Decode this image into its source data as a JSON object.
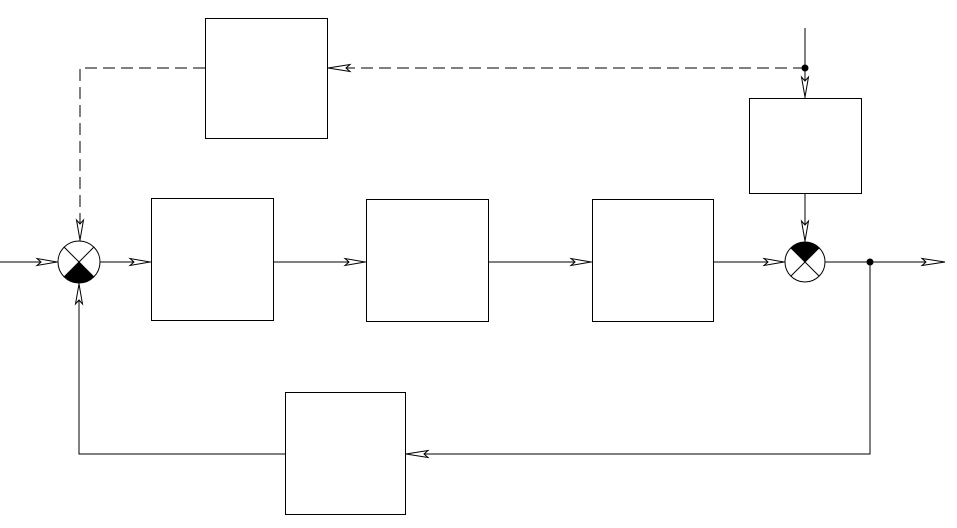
{
  "diagram": {
    "type": "control-system-block-diagram",
    "colors": {
      "background": "#ffffff",
      "line": "#000000"
    },
    "blocks": [
      {
        "id": "block-feedforward",
        "label": ""
      },
      {
        "id": "block-controller",
        "label": ""
      },
      {
        "id": "block-actuator",
        "label": ""
      },
      {
        "id": "block-plant",
        "label": ""
      },
      {
        "id": "block-disturbance",
        "label": ""
      },
      {
        "id": "block-feedback",
        "label": ""
      }
    ],
    "summing_junctions": [
      {
        "id": "sum-input",
        "shaded_quadrant": "bottom"
      },
      {
        "id": "sum-disturbance",
        "shaded_quadrant": "top"
      }
    ],
    "signals": {
      "input_arrow": "right",
      "output_arrow": "right",
      "disturbance_arrow": "down",
      "feedforward_path_style": "dashed",
      "feedback_path_style": "solid"
    }
  }
}
